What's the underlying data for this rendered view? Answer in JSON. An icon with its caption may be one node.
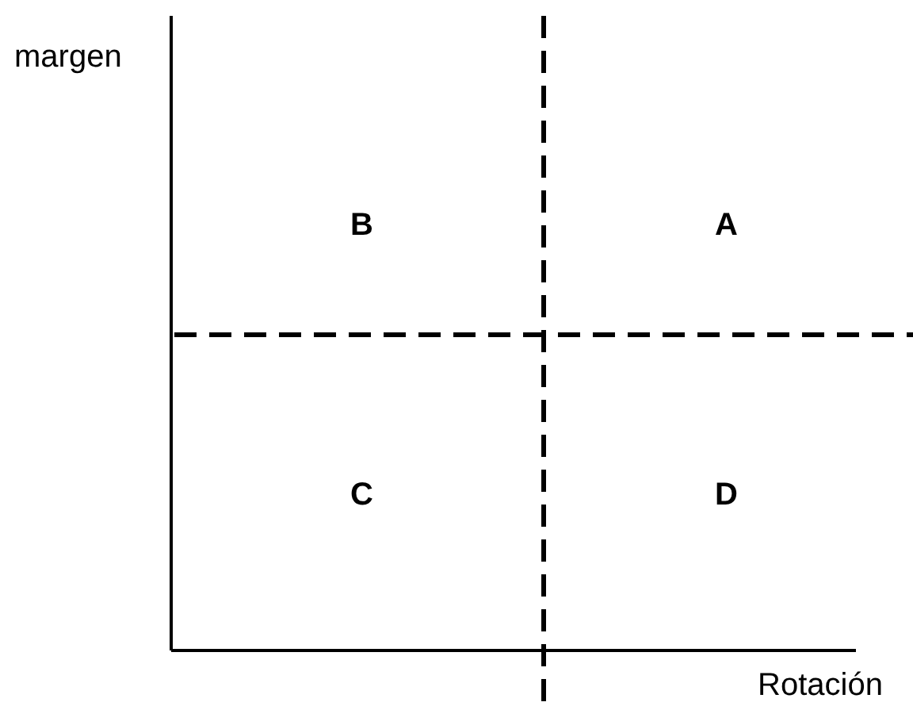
{
  "diagram": {
    "labels": [
      "margen",
      "B",
      "A",
      "C",
      "D",
      "Rotación"
    ]
  }
}
